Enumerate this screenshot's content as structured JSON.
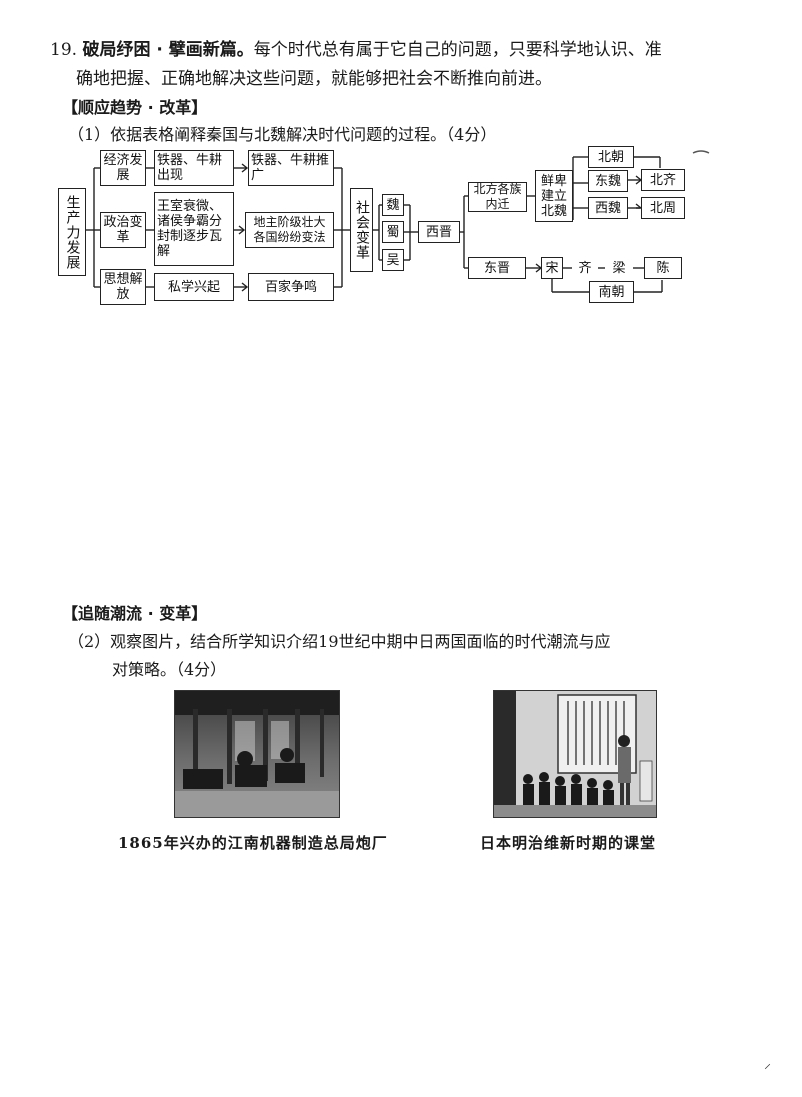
{
  "question": {
    "number": "19.",
    "title": "破局纾困 · 擘画新篇。",
    "intro_line1": "每个时代总有属于它自己的问题，只要科学地认识、准",
    "intro_line2": "确地把握、正确地解决这些问题，就能够把社会不断推向前进。"
  },
  "part1": {
    "heading": "【顺应趋势 · 改革】",
    "prompt": "（1）依据表格阐释秦国与北魏解决时代问题的过程。（4分）",
    "diagram": {
      "root": "生产力发展",
      "branches": [
        {
          "name": "经济发展",
          "step1": "铁器、牛耕出现",
          "step2": "铁器、牛耕推广"
        },
        {
          "name": "政治变革",
          "step1": "王室衰微、诸侯争霸分封制逐步瓦解",
          "step2": "地主阶级壮大各国纷纷变法"
        },
        {
          "name": "思想解放",
          "step1": "私学兴起",
          "step2": "百家争鸣"
        }
      ],
      "social_change": "社会变革",
      "three_kingdoms": [
        "魏",
        "蜀",
        "吴"
      ],
      "western_jin": "西晋",
      "north_tribes": "北方各族内迁",
      "xianbei": "鲜卑建立北魏",
      "northern_dynasties": "北朝",
      "east_wei": "东魏",
      "west_wei": "西魏",
      "north_qi": "北齐",
      "north_zhou": "北周",
      "eastern_jin": "东晋",
      "southern": [
        "宋",
        "齐",
        "梁",
        "陈"
      ],
      "southern_dynasties": "南朝"
    }
  },
  "part2": {
    "heading": "【追随潮流 · 变革】",
    "prompt_line1": "（2）观察图片，结合所学知识介绍19世纪中期中日两国面临的时代潮流与应",
    "prompt_line2": "对策略。（4分）",
    "photo_left_caption": "1865年兴办的江南机器制造总局炮厂",
    "photo_right_caption": "日本明治维新时期的课堂"
  }
}
